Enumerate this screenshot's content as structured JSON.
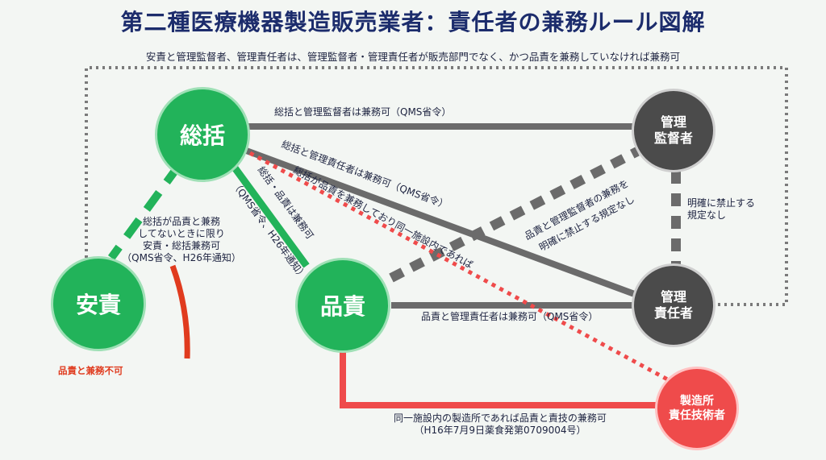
{
  "title": "第二種医療機器製造販売業者：責任者の兼務ルール図解",
  "subtitle": "安責と管理監督者、管理責任者は、管理監督者・管理責任者が販売部門でなく、かつ品責を兼務していなければ兼務可",
  "nodes": {
    "soukatsu": "総括",
    "anseki": "安責",
    "hinseki": "品責",
    "kanri_kantoku": "管理\n監督者",
    "kanri_sekinin": "管理\n責任者",
    "seizo_gijutsu": "製造所\n責任技術者"
  },
  "labels": {
    "soukatsu_kantoku": "総括と管理監督者は兼務可（QMS省令）",
    "soukatsu_sekinin": "総括と管理責任者は兼務可（QMS省令）",
    "soukatsu_hinseki_gijutsu": "総括が品責を兼務しており同一施設内であれば",
    "soukatsu_hinseki_1": "総括・品責は兼務可",
    "soukatsu_hinseki_2": "（QMS省令、H26年通知）",
    "hinseki_kantoku_1": "品責と管理監督者の兼務を",
    "hinseki_kantoku_2": "明確に禁止する規定なし",
    "kantoku_sekinin_1": "明確に禁止する",
    "kantoku_sekinin_2": "規定なし",
    "hinseki_sekinin": "品責と管理責任者は兼務可（QMS省令）",
    "anseki_soukatsu_1": "総括が品責と兼務",
    "anseki_soukatsu_2": "してないときに限り",
    "anseki_soukatsu_3": "安責・総括兼務可",
    "anseki_soukatsu_4": "（QMS省令、H26年通知）",
    "anseki_hinseki_ng": "品責と兼務不可",
    "hinseki_gijutsu_1": "同一施設内の製造所であれば品責と責技の兼務可",
    "hinseki_gijutsu_2": "（H16年7月9日薬食発第0709004号）"
  },
  "colors": {
    "green": "#22b35a",
    "gray": "#6b6b6b",
    "red": "#ef4b4b",
    "dark_red": "#e03b1e",
    "title_blue": "#1c2c6c"
  }
}
